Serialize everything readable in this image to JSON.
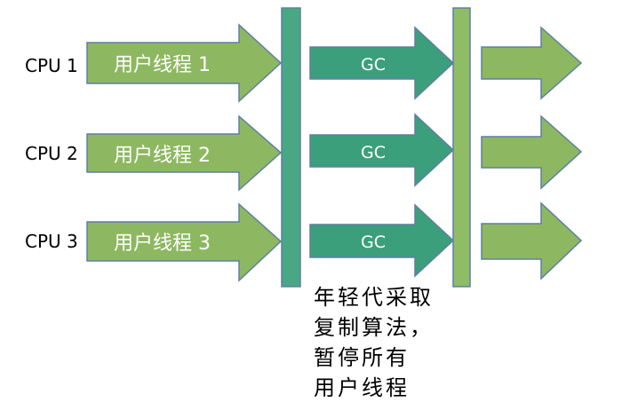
{
  "colors": {
    "user_arrow_fill": "#8db861",
    "gc_arrow_fill": "#3c9f7b",
    "arrow_stroke": "#5e7fa2",
    "pause_bar_1_fill": "#49a884",
    "pause_bar_2_fill": "#8fbd65"
  },
  "rows": [
    {
      "cpu": "CPU 1",
      "thread": "用户线程 1",
      "gc": "GC"
    },
    {
      "cpu": "CPU 2",
      "thread": "用户线程 2",
      "gc": "GC"
    },
    {
      "cpu": "CPU 3",
      "thread": "用户线程 3",
      "gc": "GC"
    }
  ],
  "caption": {
    "lines": [
      "年轻代采取",
      "复制算法，",
      "暂停所有",
      "用户线程"
    ]
  }
}
